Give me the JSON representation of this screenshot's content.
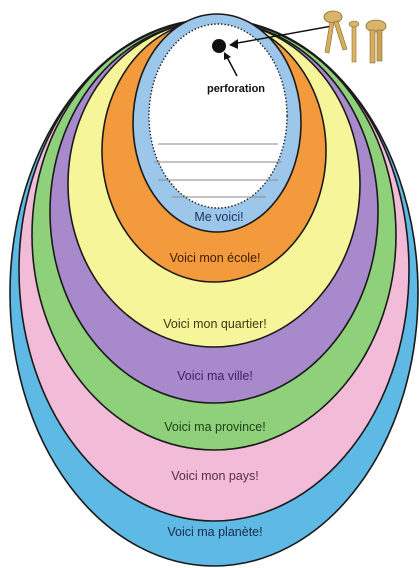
{
  "diagram": {
    "perforation_label": "perforation",
    "layers": [
      {
        "label": "Voici ma planète!",
        "fill": "#5eb9e4",
        "text_color": "#1c2a4a"
      },
      {
        "label": "Voici mon pays!",
        "fill": "#f2bcd8",
        "text_color": "#5a2e48"
      },
      {
        "label": "Voici ma province!",
        "fill": "#8fd07a",
        "text_color": "#1e3e1a"
      },
      {
        "label": "Voici ma ville!",
        "fill": "#a88acc",
        "text_color": "#3a1f6a"
      },
      {
        "label": "Voici mon quartier!",
        "fill": "#f7f59a",
        "text_color": "#3a3a12"
      },
      {
        "label": "Voici mon école!",
        "fill": "#f39a3c",
        "text_color": "#3a1c05"
      },
      {
        "label": "Me voici!",
        "fill": "#9cc6ea",
        "text_color": "#1c3358"
      }
    ],
    "center_fill": "#ffffff",
    "outline_color": "#1a1a1a",
    "icon": "brass-paper-fastener-icon"
  }
}
